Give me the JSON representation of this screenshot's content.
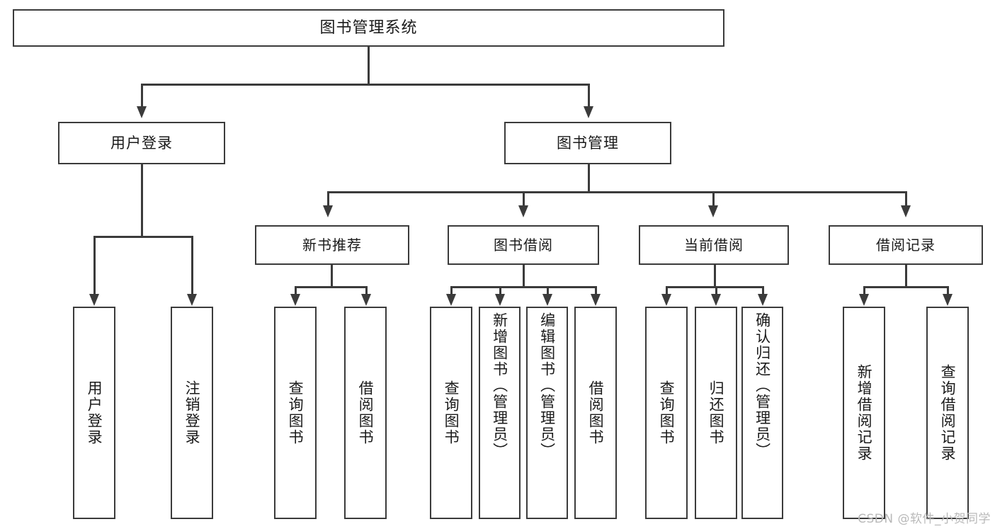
{
  "diagram": {
    "title": "图书管理系统",
    "type": "tree-hierarchy-chart",
    "root": {
      "label": "图书管理系统"
    },
    "level2": [
      {
        "label": "用户登录"
      },
      {
        "label": "图书管理"
      }
    ],
    "level3": [
      {
        "label": "新书推荐"
      },
      {
        "label": "图书借阅"
      },
      {
        "label": "当前借阅"
      },
      {
        "label": "借阅记录"
      }
    ],
    "leaves": {
      "user_login": [
        {
          "label": "用户登录"
        },
        {
          "label": "注销登录"
        }
      ],
      "new_book_recommend": [
        {
          "label": "查询图书"
        },
        {
          "label": "借阅图书"
        }
      ],
      "book_borrow": [
        {
          "label": "查询图书"
        },
        {
          "label": "新增图书（管理员）"
        },
        {
          "label": "编辑图书（管理员）"
        },
        {
          "label": "借阅图书"
        }
      ],
      "current_borrow": [
        {
          "label": "查询图书"
        },
        {
          "label": "归还图书"
        },
        {
          "label": "确认归还（管理员）"
        }
      ],
      "borrow_record": [
        {
          "label": "新增借阅记录"
        },
        {
          "label": "查询借阅记录"
        }
      ]
    }
  },
  "watermark": {
    "text": "CSDN @软件_小贺同学"
  },
  "colors": {
    "stroke": "#3b3b3b",
    "text": "#1a1a1a",
    "background": "#ffffff",
    "watermark": "#b9b9b9"
  }
}
